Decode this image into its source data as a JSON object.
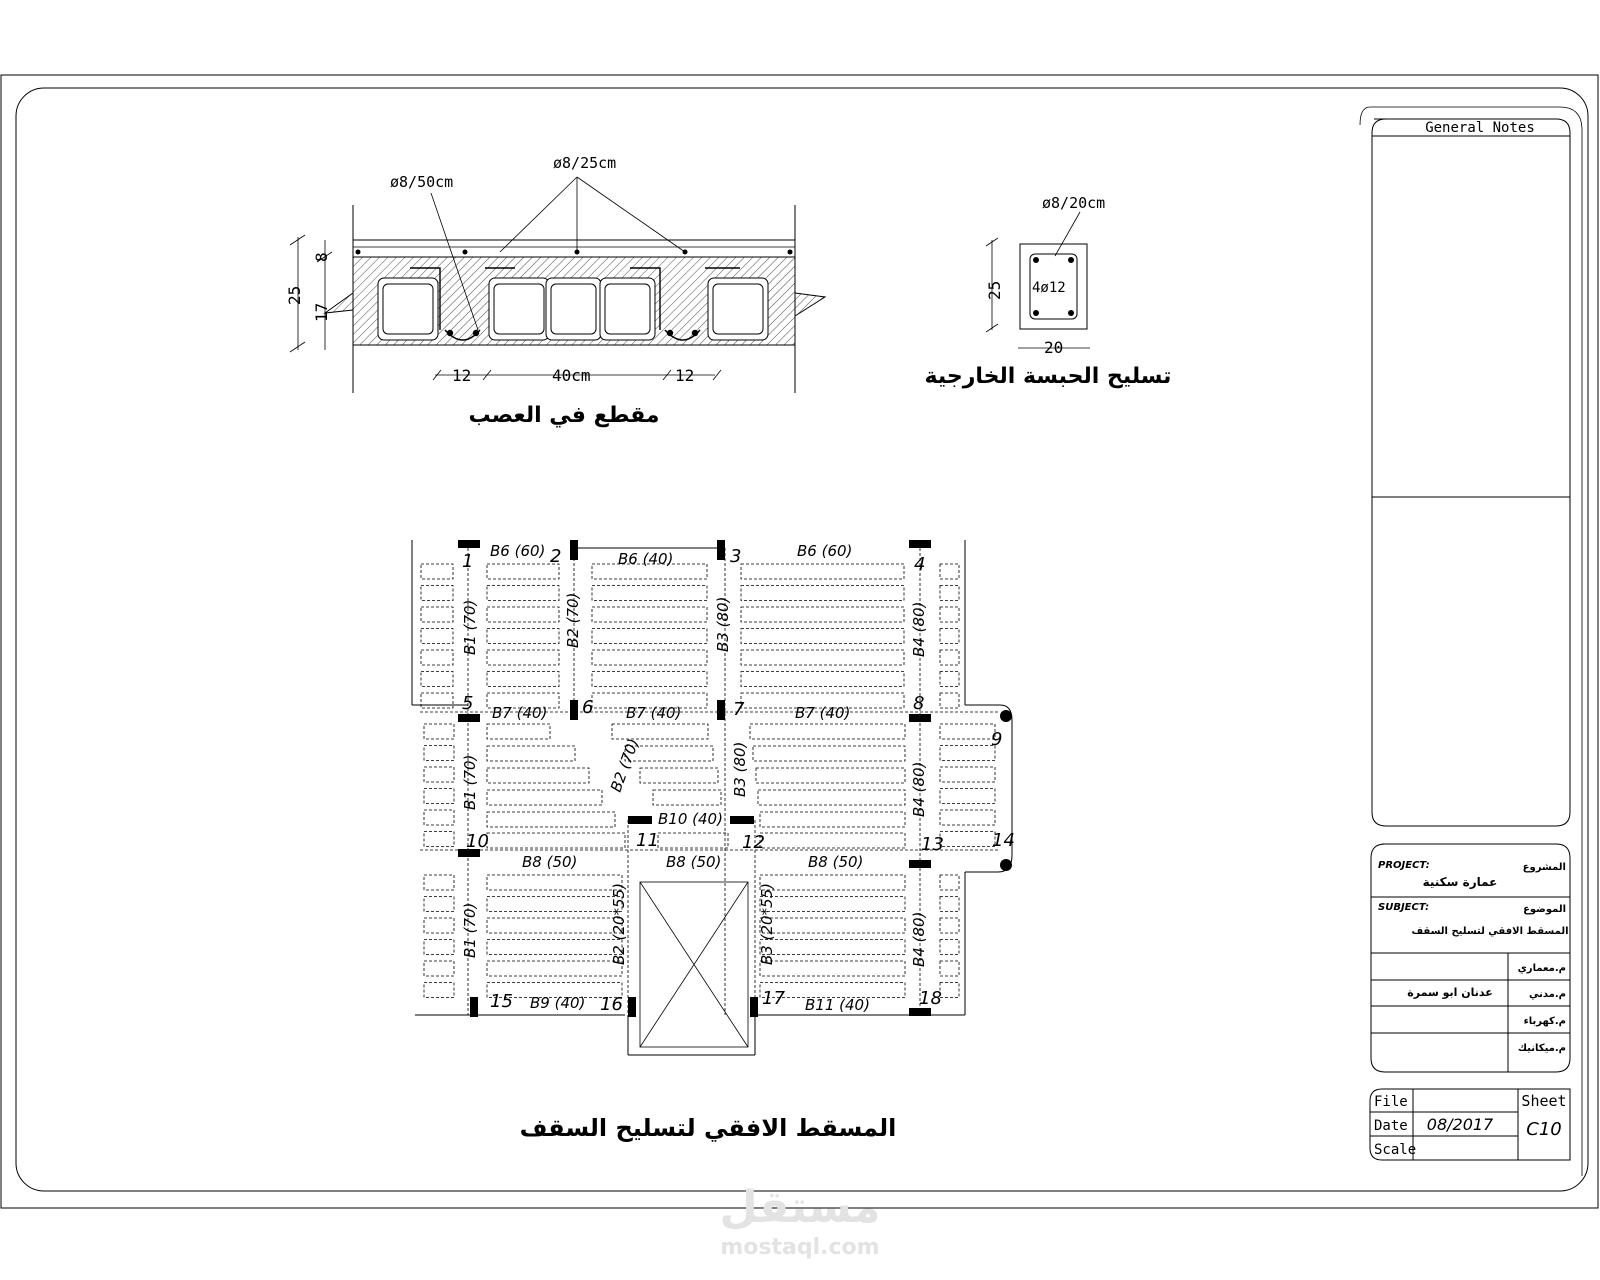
{
  "section_detail": {
    "title": "مقطع في العصب",
    "bar_top": "ø8/25cm",
    "bar_rib": "ø8/50cm",
    "dim_total": "25",
    "dim_topping": "8",
    "dim_block": "17",
    "dim_rib_left": "12",
    "dim_block_width": "40cm",
    "dim_rib_right": "12"
  },
  "hidden_beam_detail": {
    "title": "تسليح الحبسة الخارجية",
    "stirrup": "ø8/20cm",
    "main_bars": "4ø12",
    "depth": "25",
    "width": "20"
  },
  "plan": {
    "title": "المسقط الافقي لتسليح السقف",
    "columns": [
      "1",
      "2",
      "3",
      "4",
      "5",
      "6",
      "7",
      "8",
      "9",
      "10",
      "11",
      "12",
      "13",
      "14",
      "15",
      "16",
      "17",
      "18"
    ],
    "beams": {
      "b6_60_a": "B6 (60)",
      "b6_40": "B6 (40)",
      "b6_60_b": "B6 (60)",
      "b7_40_a": "B7 (40)",
      "b7_40_b": "B7 (40)",
      "b7_40_c": "B7 (40)",
      "b10_40": "B10 (40)",
      "b8_50_a": "B8 (50)",
      "b8_50_b": "B8 (50)",
      "b8_50_c": "B8 (50)",
      "b9_40": "B9 (40)",
      "b11_40": "B11 (40)",
      "b1_70_a": "B1 (70)",
      "b1_70_b": "B1 (70)",
      "b1_70_c": "B1 (70)",
      "b2_70_a": "B2 (70)",
      "b2_70_b": "B2 (70)",
      "b2_stair": "B2 (20*55)",
      "b3_80_a": "B3 (80)",
      "b3_80_b": "B3 (80)",
      "b3_stair": "B3 (20*55)",
      "b4_80_a": "B4 (80)",
      "b4_80_b": "B4 (80)",
      "b4_80_c": "B4 (80)"
    }
  },
  "title_block": {
    "general_notes": "General Notes",
    "project_label": "PROJECT:",
    "project_label_ar": "المشروع",
    "project_value": "عمارة سكنية",
    "subject_label": "SUBJECT:",
    "subject_label_ar": "الموضوع",
    "subject_value": "المسقط الافقي لتسليح السقف",
    "architect_label": "م.معماري",
    "civil_label": "م.مدني",
    "civil_value": "عدنان ابو سمرة",
    "electrical_label": "م.كهرباء",
    "mechanical_label": "م.ميكانيك",
    "file_label": "File",
    "date_label": "Date",
    "date_value": "08/2017",
    "scale_label": "Scale",
    "sheet_label": "Sheet",
    "sheet_value": "C10"
  },
  "watermark": {
    "logo_text": "مستقل",
    "site": "mostaql.com"
  }
}
